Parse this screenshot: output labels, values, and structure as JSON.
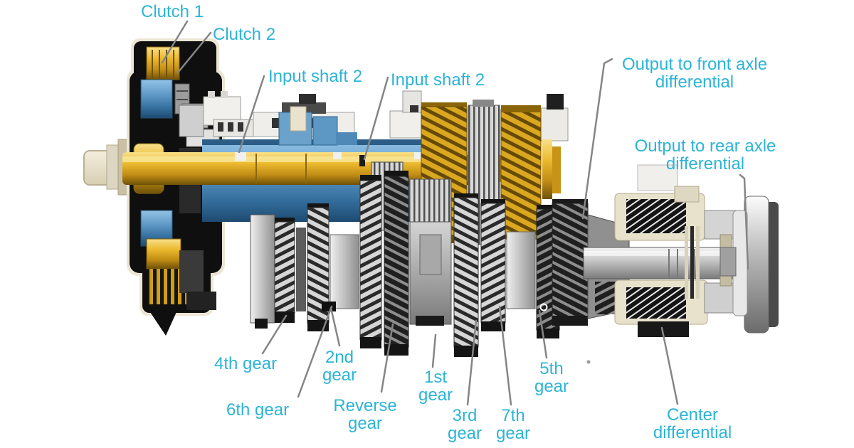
{
  "title": "Dual-clutch transmission cutaway diagram",
  "colors": {
    "background": "#ffffff",
    "label_text": "#2cb4d6",
    "leader_line": "#858585",
    "shaft_gold": "#d9a41c",
    "input_shaft_blue": "#5d97c4",
    "gear_silver": "#d6d6d6",
    "housing_black": "#101010",
    "housing_beige": "#e8e1cc"
  },
  "labels": [
    {
      "id": "clutch-1",
      "text": "Clutch 1"
    },
    {
      "id": "clutch-2",
      "text": "Clutch 2"
    },
    {
      "id": "input-shaft-2-left",
      "text": "Input shaft 2"
    },
    {
      "id": "input-shaft-2-right",
      "text": "Input shaft 2"
    },
    {
      "id": "output-front-axle",
      "text": "Output to front axle\ndifferential"
    },
    {
      "id": "output-rear-axle",
      "text": "Output to rear axle\ndifferential"
    },
    {
      "id": "gear-4th",
      "text": "4th gear"
    },
    {
      "id": "gear-2nd",
      "text": "2nd\ngear"
    },
    {
      "id": "gear-6th",
      "text": "6th gear"
    },
    {
      "id": "gear-reverse",
      "text": "Reverse\ngear"
    },
    {
      "id": "gear-1st",
      "text": "1st\ngear"
    },
    {
      "id": "gear-3rd",
      "text": "3rd\ngear"
    },
    {
      "id": "gear-7th",
      "text": "7th\ngear"
    },
    {
      "id": "gear-5th",
      "text": "5th\ngear"
    },
    {
      "id": "center-differential",
      "text": "Center\ndifferential"
    }
  ]
}
